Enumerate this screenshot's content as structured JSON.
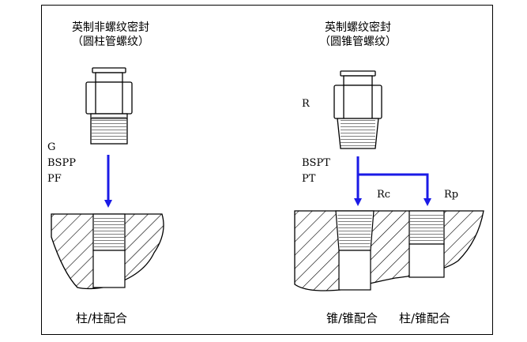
{
  "left": {
    "title_line1": "英制非螺纹密封",
    "title_line2": "（圆柱管螺纹）",
    "thread_codes": [
      "G",
      "BSPP",
      "PF"
    ],
    "fit_label": "柱/柱配合"
  },
  "right": {
    "title_line1": "英制螺纹密封",
    "title_line2": "（圆锥管螺纹）",
    "code_r": "R",
    "thread_codes": [
      "BSPT",
      "PT"
    ],
    "arrow_label_1": "Rc",
    "arrow_label_2": "Rp",
    "fit_label_1": "锥/锥配合",
    "fit_label_2": "柱/锥配合"
  },
  "colors": {
    "arrow": "#1a1ae6",
    "line": "#000000",
    "background": "#ffffff"
  }
}
